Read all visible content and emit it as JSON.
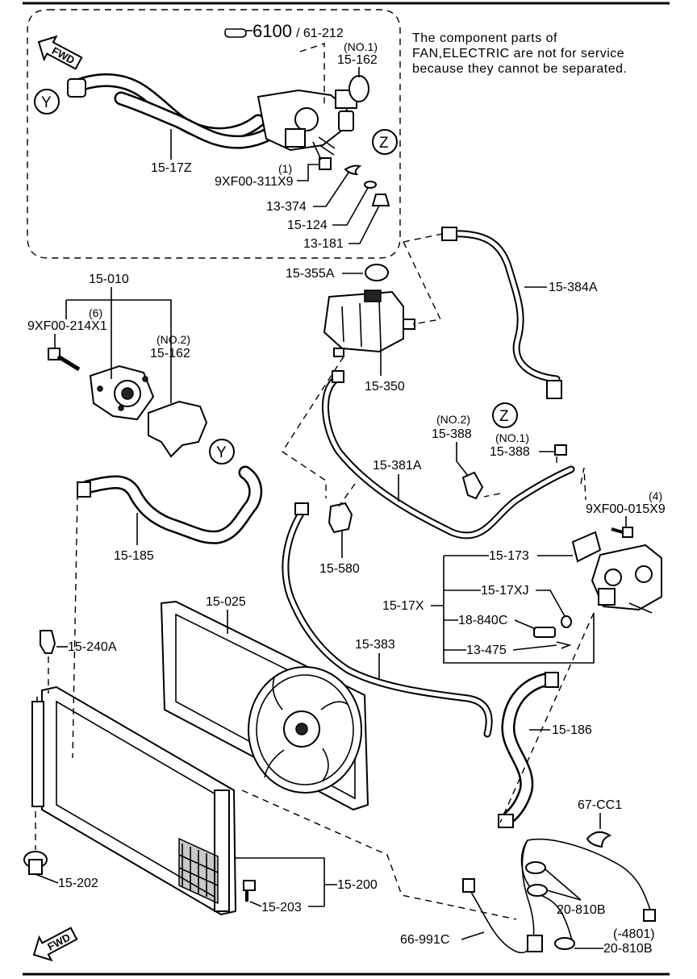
{
  "header": {
    "section_code": "6100",
    "section_sub": "/ 61-212"
  },
  "note": {
    "line1": "The component parts of",
    "line2": "FAN,ELECTRIC are not for service",
    "line3": "because they cannot be separated."
  },
  "markers": {
    "fwd": "FWD",
    "y": "Y",
    "z": "Z"
  },
  "labels": {
    "p15_162_no1_tag": "(NO.1)",
    "p15_162_no1": "15-162",
    "p15_17Z": "15-17Z",
    "p9XF00_311X9_qty": "(1)",
    "p9XF00_311X9": "9XF00-311X9",
    "p13_374": "13-374",
    "p15_124": "15-124",
    "p13_181": "13-181",
    "p15_010": "15-010",
    "p9XF00_214X1_qty": "(6)",
    "p9XF00_214X1": "9XF00-214X1",
    "p15_162_no2_tag": "(NO.2)",
    "p15_162_no2": "15-162",
    "p15_355A": "15-355A",
    "p15_384A": "15-384A",
    "p15_350": "15-350",
    "p15_388_no2_tag": "(NO.2)",
    "p15_388_no2": "15-388",
    "p15_388_no1_tag": "(NO.1)",
    "p15_388_no1": "15-388",
    "p15_381A": "15-381A",
    "p9XF00_015X9_qty": "(4)",
    "p9XF00_015X9": "9XF00-015X9",
    "p15_185": "15-185",
    "p15_580": "15-580",
    "p15_173": "15-173",
    "p15_17XJ": "15-17XJ",
    "p15_17X": "15-17X",
    "p18_840C": "18-840C",
    "p13_475": "13-475",
    "p15_025": "15-025",
    "p15_383": "15-383",
    "p15_240A": "15-240A",
    "p15_186": "15-186",
    "p67_CC1": "67-CC1",
    "p15_202": "15-202",
    "p15_200": "15-200",
    "p15_203": "15-203",
    "p20_810B_a": "20-810B",
    "p4801": "(-4801)",
    "p20_810B_b": "20-810B",
    "p66_991C": "66-991C"
  }
}
